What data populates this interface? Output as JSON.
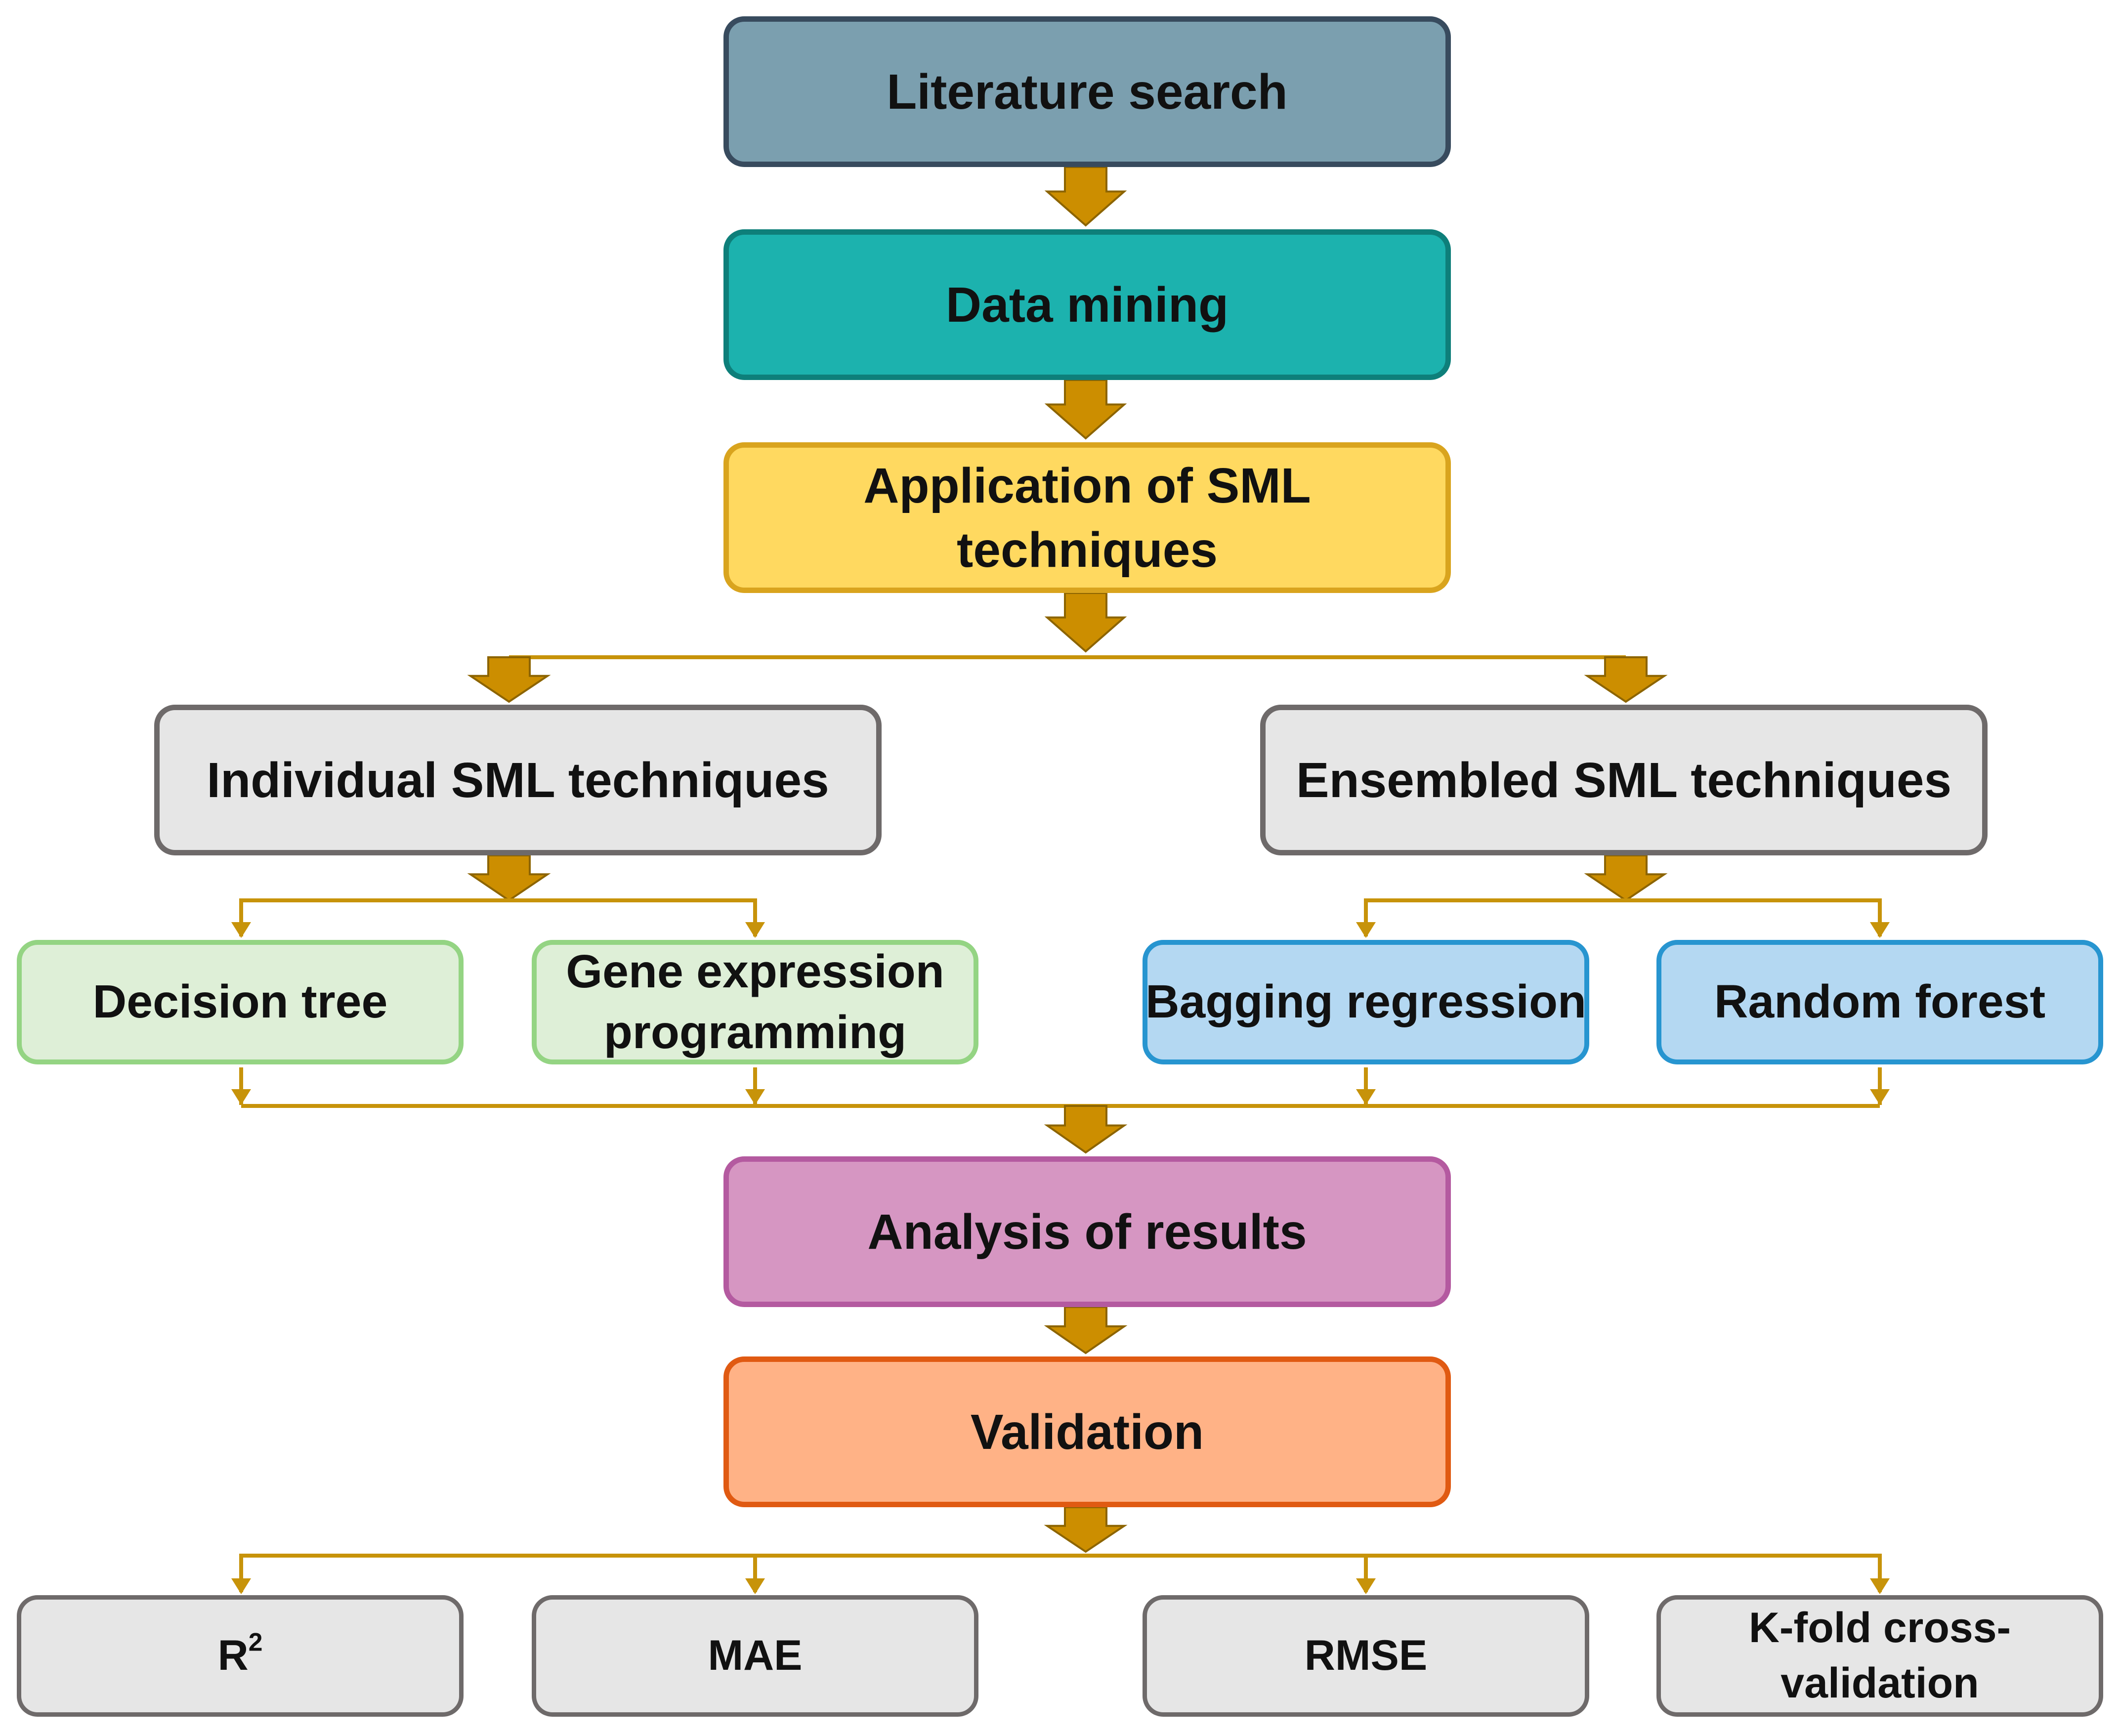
{
  "colors": {
    "arrow": "#CC8E00",
    "arrow_stroke": "#8C6400",
    "connector": "#C7930A"
  },
  "nodes": {
    "literature_search": {
      "label": "Literature search",
      "fill": "#7B9FAF",
      "border": "#384B5E"
    },
    "data_mining": {
      "label": "Data mining",
      "fill": "#1CB2AE",
      "border": "#0E7F7A"
    },
    "application": {
      "line1": "Application of SML",
      "line2": "techniques",
      "fill": "#FFD960",
      "border": "#D9A41E"
    },
    "individual": {
      "label": "Individual SML techniques",
      "fill": "#E6E6E6",
      "border": "#6E6A6A"
    },
    "ensembled": {
      "label": "Ensembled SML techniques",
      "fill": "#E6E6E6",
      "border": "#6E6A6A"
    },
    "decision_tree": {
      "label": "Decision tree",
      "fill": "#DEEFD7",
      "border": "#94D483"
    },
    "gep": {
      "line1": "Gene expression",
      "line2": "programming",
      "fill": "#DEEFD7",
      "border": "#94D483"
    },
    "bagging": {
      "label": "Bagging regression",
      "fill": "#B4D8F2",
      "border": "#2795D0"
    },
    "random_forest": {
      "label": "Random forest",
      "fill": "#B4D8F2",
      "border": "#2795D0"
    },
    "analysis": {
      "label": "Analysis of results",
      "fill": "#D696C2",
      "border": "#B45AA0"
    },
    "validation": {
      "label": "Validation",
      "fill": "#FFB286",
      "border": "#E05A12"
    },
    "r2": {
      "base": "R",
      "sup": "2",
      "fill": "#E6E6E6",
      "border": "#6E6A6A"
    },
    "mae": {
      "label": "MAE",
      "fill": "#E6E6E6",
      "border": "#6E6A6A"
    },
    "rmse": {
      "label": "RMSE",
      "fill": "#E6E6E6",
      "border": "#6E6A6A"
    },
    "kfold": {
      "line1": "K-fold cross-",
      "line2": "validation",
      "fill": "#E6E6E6",
      "border": "#6E6A6A"
    }
  }
}
